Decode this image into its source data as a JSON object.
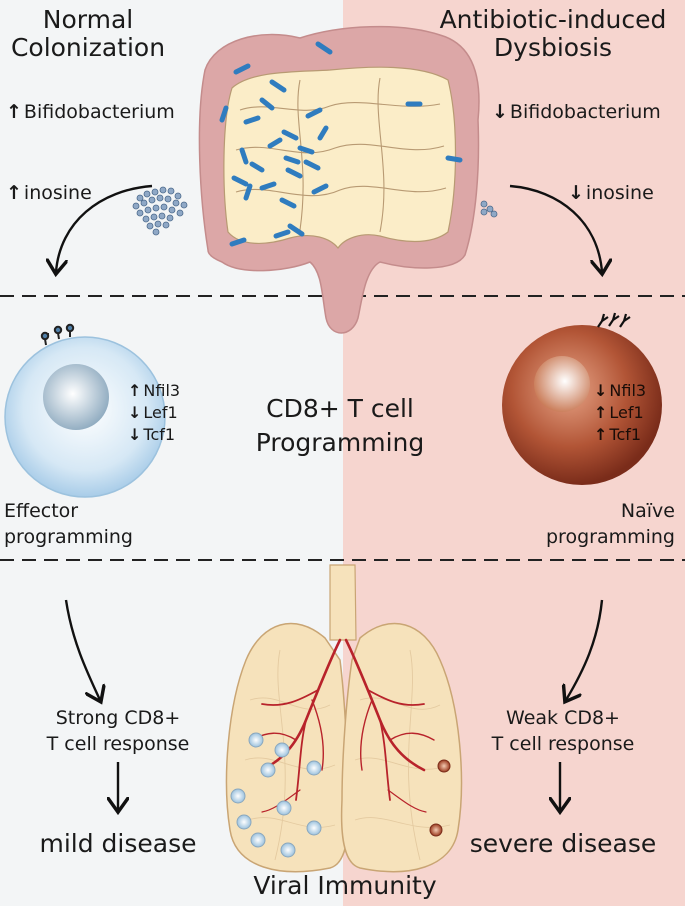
{
  "colors": {
    "left_panel": "#f3f5f6",
    "right_panel": "#f6d5cf",
    "gut_wall": "#dca7a7",
    "gut_inner": "#fbedc8",
    "bacteria": "#2f7cbf",
    "effector_cell": "#bcd9ef",
    "naive_cell": "#a9452a",
    "lung": "#f6e2bb",
    "vessel": "#b8232b"
  },
  "left": {
    "title_line1": "Normal",
    "title_line2": "Colonization",
    "bifido_arrow": "↑",
    "bifido": "Bifidobacterium",
    "inosine_arrow": "↑",
    "inosine": "inosine",
    "genes": [
      {
        "arrow": "↑",
        "name": "Nfil3"
      },
      {
        "arrow": "↓",
        "name": "Lef1"
      },
      {
        "arrow": "↓",
        "name": "Tcf1"
      }
    ],
    "programming_line1": "Effector",
    "programming_line2": "programming",
    "response_line1": "Strong CD8+",
    "response_line2": "T cell response",
    "outcome": "mild disease"
  },
  "right": {
    "title_line1": "Antibiotic-induced",
    "title_line2": "Dysbiosis",
    "bifido_arrow": "↓",
    "bifido": "Bifidobacterium",
    "inosine_arrow": "↓",
    "inosine": "inosine",
    "genes": [
      {
        "arrow": "↓",
        "name": "Nfil3"
      },
      {
        "arrow": "↑",
        "name": "Lef1"
      },
      {
        "arrow": "↑",
        "name": "Tcf1"
      }
    ],
    "programming_line1": "Naïve",
    "programming_line2": "programming",
    "response_line1": "Weak CD8+",
    "response_line2": "T cell response",
    "outcome": "severe disease"
  },
  "center": {
    "programming_line1": "CD8+  T cell",
    "programming_line2": "Programming",
    "bottom_label": "Viral Immunity"
  },
  "icons": [
    "intestine",
    "bacteria",
    "inosine-cluster",
    "effector-t-cell",
    "naive-t-cell",
    "receptor",
    "lungs",
    "curved-arrow",
    "down-arrow"
  ]
}
